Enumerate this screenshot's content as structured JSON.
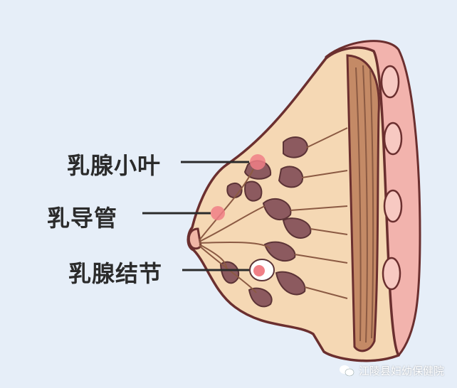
{
  "labels": {
    "lobule": "乳腺小叶",
    "duct": "乳导管",
    "nodule": "乳腺结节"
  },
  "watermark": {
    "text": "江陵县妇幼保健院",
    "icon": "wechat-icon"
  },
  "colors": {
    "background": "#e6eef8",
    "skin_outline": "#6b2f2f",
    "breast_fill": "#f5d8b4",
    "outer_layer": "#f2b3ad",
    "muscle": "#c48a66",
    "gland": "#8c5a5f",
    "highlight": "#f07f86"
  }
}
